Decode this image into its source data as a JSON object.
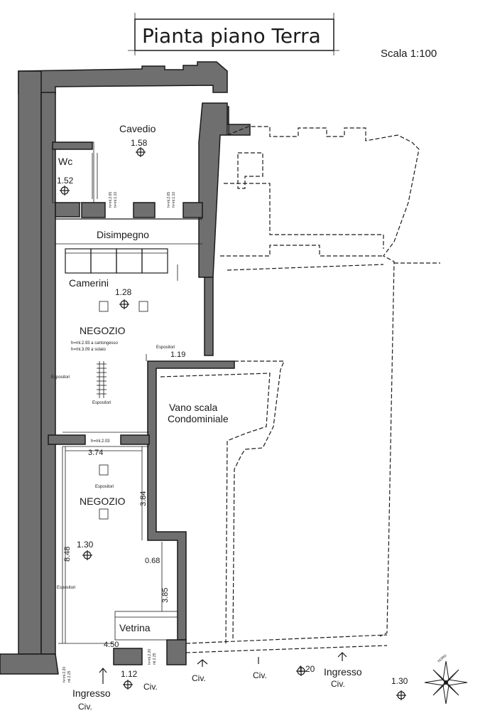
{
  "title": "Pianta piano Terra",
  "scale": "Scala 1:100",
  "rooms": {
    "cavedio": "Cavedio",
    "wc": "Wc",
    "disimpegno": "Disimpegno",
    "camerini": "Camerini",
    "negozio_1": "NEGOZIO",
    "negozio_2": "NEGOZIO",
    "vano_scala_1": "Vano scala",
    "vano_scala_2": "Condominiale",
    "vetrina": "Vetrina"
  },
  "levels": {
    "cavedio": "1.58",
    "wc": "1.52",
    "camerini": "1.28",
    "negozio": "1.30",
    "ingresso_left": "1.12",
    "ingresso_right": "1.20",
    "corner": "1.30"
  },
  "notes": {
    "negozio_h1": "h=ml.2.93 a cartongesso",
    "negozio_h2": "h=ml.3.09 a solaio",
    "h_wc_a": "h=ml.2.65",
    "h_wc_b": "h=ml.1.10",
    "h_wc_c": "h=ml.2.65",
    "h_wc_d": "h=ml.1.10",
    "h_opening": "h=ml.2.03",
    "h_door1": "h=ml.2.20",
    "h_door2": "ml.2.25",
    "h_door3": "h=ml.2.20",
    "h_door4": "ml.2.25"
  },
  "expositors": {
    "e1": "Espositori",
    "e2": "Espositori",
    "e3": "Espositori",
    "e4": "Espositori",
    "e5": "Espositori"
  },
  "dimensions": {
    "d1": "1.19",
    "d2": "3.74",
    "d3": "3.84",
    "d4": "8.48",
    "d5": "0.68",
    "d6": "3.85",
    "d7": "4.50"
  },
  "labels": {
    "ingresso_left_1": "Ingresso",
    "ingresso_left_2": "Civ.",
    "civ_1": "Civ.",
    "civ_2": "Civ.",
    "civ_3": "Civ.",
    "ingresso_right_1": "Ingresso",
    "ingresso_right_2": "Civ.",
    "north": "NORD"
  }
}
